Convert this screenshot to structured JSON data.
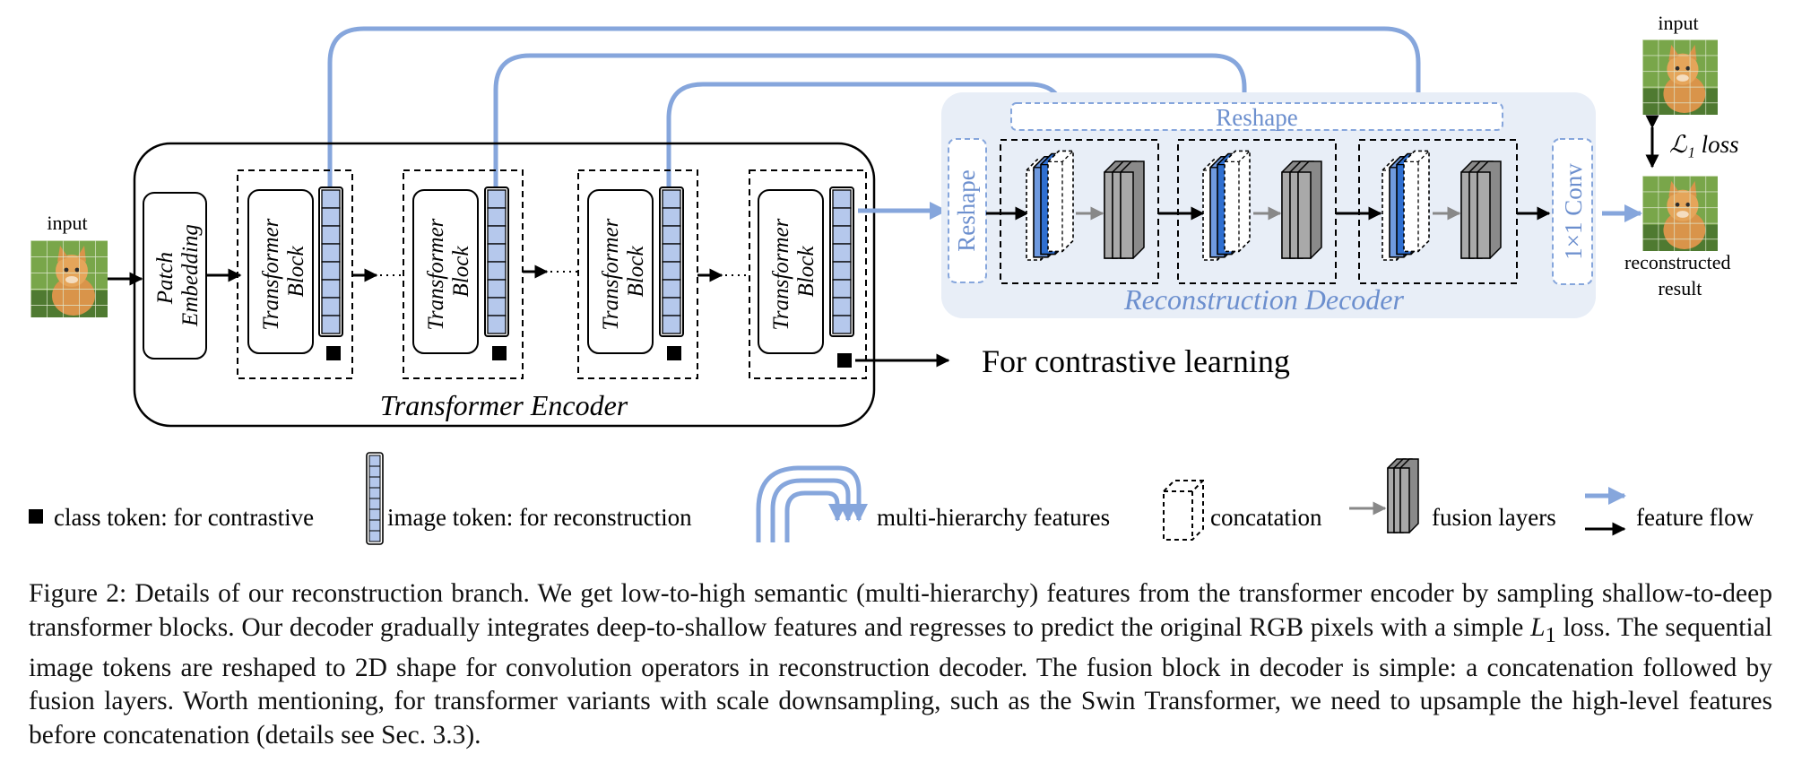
{
  "figure": {
    "input_label": "input",
    "patch_embedding_label": [
      "Patch",
      "Embedding"
    ],
    "transformer_block_label": [
      "Transformer",
      "Block"
    ],
    "encoder_title": "Transformer Encoder",
    "contrastive_output_label": "For contrastive learning",
    "reshape_top_label": "Reshape",
    "reshape_left_label": "Reshape",
    "conv_label": "1×1 Conv",
    "decoder_title": "Reconstruction Decoder",
    "loss_label": "ℒ₁ loss",
    "right_input_label": "input",
    "reconstructed_label": [
      "reconstructed",
      "result"
    ],
    "image_token_count": 8,
    "colors": {
      "blue": "#86a6dc",
      "blue_dark": "#2f6fd0",
      "decoder_bg": "#e8eef7",
      "token_fill": "#b5c8ec"
    }
  },
  "legend": {
    "class_token": "class token: for contrastive",
    "image_token": "image token: for reconstruction",
    "multi_hierarchy": "multi-hierarchy features",
    "concatation": "concatation",
    "fusion_layers": "fusion layers",
    "feature_flow": "feature flow"
  },
  "caption": {
    "label": "Figure 2:",
    "line_before_math": " Details of our reconstruction branch.  We get low-to-high semantic (multi-hierarchy) features from the transformer encoder by sampling shallow-to-deep transformer blocks. Our decoder gradually integrates deep-to-shallow features and regresses to predict the original RGB pixels with a simple ",
    "math": "L",
    "math_sub": "1",
    "line_after_math": " loss. The sequential image tokens are reshaped to 2D shape for convolution operators in reconstruction decoder. The fusion block in decoder is simple:  a concatenation followed by fusion layers.  Worth mentioning, for transformer variants with scale downsampling, such as the Swin Transformer, we need to upsample the high-level features before concatenation (details see Sec. 3.3)."
  }
}
